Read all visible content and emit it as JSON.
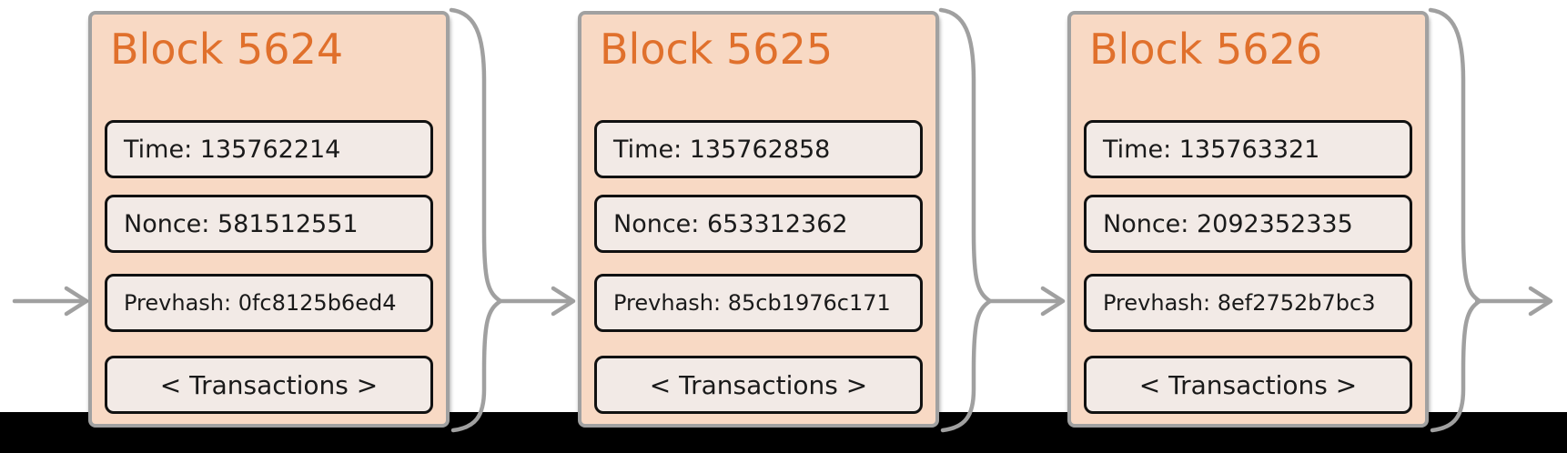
{
  "diagram": {
    "type": "blockchain-chain",
    "colors": {
      "block_fill": "#f8d9c4",
      "block_border": "#a1a1a1",
      "field_fill": "#f2eae6",
      "field_border": "#111111",
      "title_color": "#e0702c",
      "text_color": "#1a1a1a",
      "connector_color": "#a0a0a0",
      "bar_fill": "#000000"
    },
    "icons": {
      "brace": "curly-brace",
      "arrow": "arrow-right"
    },
    "blocks": [
      {
        "title": "Block 5624",
        "time": "Time: 135762214",
        "nonce": "Nonce: 581512551",
        "prevhash": "Prevhash: 0fc8125b6ed4",
        "transactions": "< Transactions >"
      },
      {
        "title": "Block 5625",
        "time": "Time: 135762858",
        "nonce": "Nonce: 653312362",
        "prevhash": "Prevhash: 85cb1976c171",
        "transactions": "< Transactions >"
      },
      {
        "title": "Block 5626",
        "time": "Time: 135763321",
        "nonce": "Nonce: 2092352335",
        "prevhash": "Prevhash: 8ef2752b7bc3",
        "transactions": "< Transactions >"
      }
    ]
  }
}
